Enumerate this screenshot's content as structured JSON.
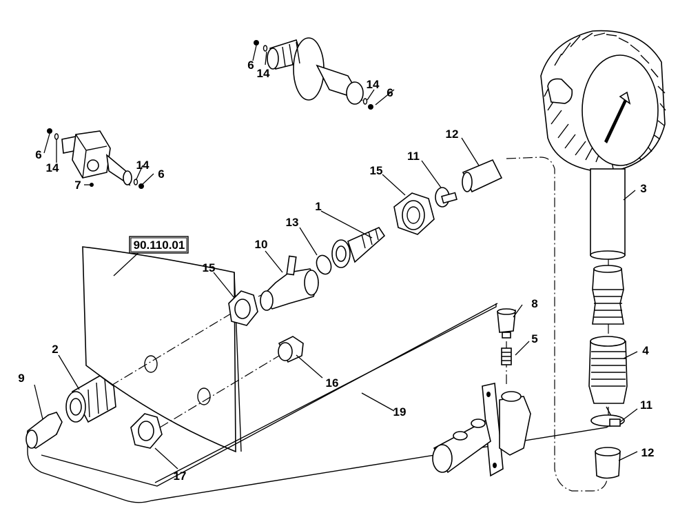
{
  "reference_box": "90.110.01",
  "callouts": [
    {
      "id": "c1",
      "label": "1"
    },
    {
      "id": "c2",
      "label": "2"
    },
    {
      "id": "c3",
      "label": "3"
    },
    {
      "id": "c4",
      "label": "4"
    },
    {
      "id": "c5",
      "label": "5"
    },
    {
      "id": "c6a",
      "label": "6"
    },
    {
      "id": "c6b",
      "label": "6"
    },
    {
      "id": "c6c",
      "label": "6"
    },
    {
      "id": "c6d",
      "label": "6"
    },
    {
      "id": "c7",
      "label": "7"
    },
    {
      "id": "c8",
      "label": "8"
    },
    {
      "id": "c9",
      "label": "9"
    },
    {
      "id": "c10",
      "label": "10"
    },
    {
      "id": "c11a",
      "label": "11"
    },
    {
      "id": "c11b",
      "label": "11"
    },
    {
      "id": "c12a",
      "label": "12"
    },
    {
      "id": "c12b",
      "label": "12"
    },
    {
      "id": "c13",
      "label": "13"
    },
    {
      "id": "c14a",
      "label": "14"
    },
    {
      "id": "c14b",
      "label": "14"
    },
    {
      "id": "c14c",
      "label": "14"
    },
    {
      "id": "c14d",
      "label": "14"
    },
    {
      "id": "c15a",
      "label": "15"
    },
    {
      "id": "c15b",
      "label": "15"
    },
    {
      "id": "c16",
      "label": "16"
    },
    {
      "id": "c17",
      "label": "17"
    },
    {
      "id": "c19",
      "label": "19"
    }
  ]
}
